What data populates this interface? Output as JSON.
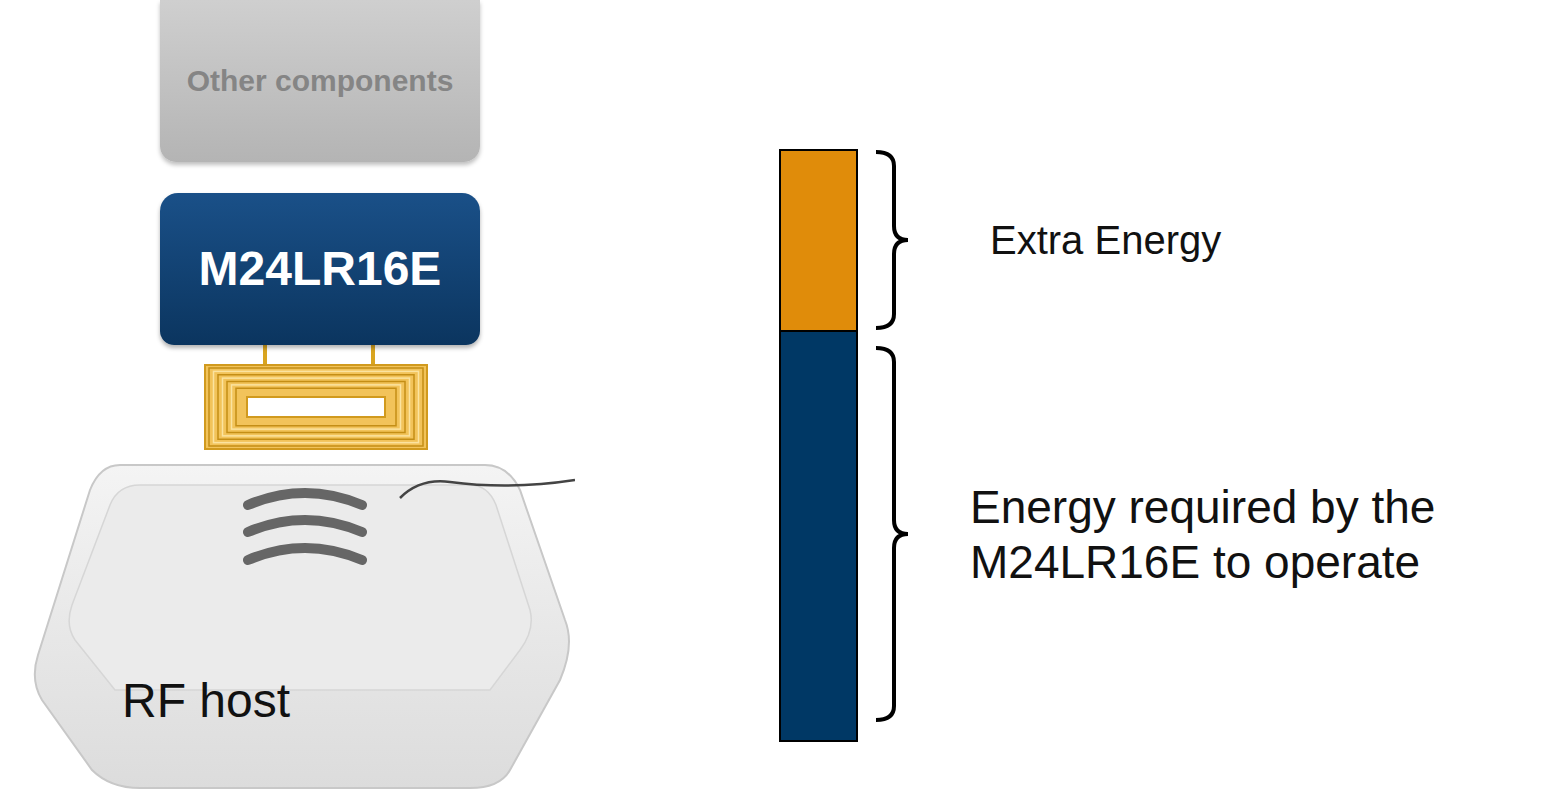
{
  "diagram": {
    "nodes": [
      {
        "text": [
          "Other components"
        ]
      },
      {
        "text": [
          "M24LR16E"
        ]
      },
      {
        "text": [
          "RF host"
        ]
      }
    ],
    "labels": [
      "Extra Energy",
      "Energy required by the M24LR16E to operate"
    ]
  }
}
